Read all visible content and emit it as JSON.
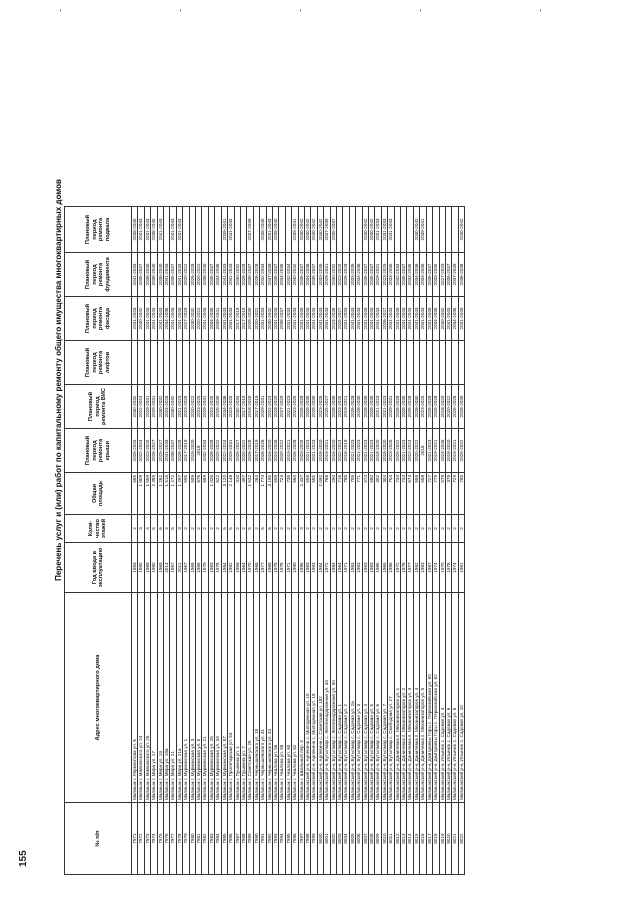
{
  "page_number": "155",
  "title": "Перечень услуг и (или) работ по капитальному ремонту общего имущества многоквартирных домов",
  "headers": [
    "№ п/п",
    "Адрес многоквартирного дома",
    "Год ввода в эксплуатацию",
    "Коли-чество этажей",
    "Общая площадь",
    "Плановый период ремонта крыши",
    "Плановый период ремонта ВИС",
    "Плановый период ремонта лифтов",
    "Плановый период ремонта фасада",
    "Плановый период ремонта фундамента",
    "Плановый период ремонта подвала"
  ],
  "rows": [
    [
      "7971",
      "Малмыж г. Лермонтова ул. 6",
      "1983",
      "2",
      "565",
      "2025-2025",
      "2030-2032",
      "",
      "2041-2043",
      "2041-2043",
      "2038-2040"
    ],
    [
      "7972",
      "Малмыж г. Маяковского ул. 24",
      "1980",
      "3",
      "1 809",
      "2022-2024",
      "2022-2024",
      "",
      "2040-2042",
      "2035-2037",
      "2041-2043"
    ],
    [
      "7973",
      "Малмыж г. Маяковского ул. 26",
      "1968",
      "4",
      "1 559",
      "2023-2025",
      "2029-2031",
      "",
      "2041-2043",
      "2038-2040",
      "2041-2043"
    ],
    [
      "7974",
      "Малмыж г. Мира ул. 17",
      "1980",
      "5",
      "2 389",
      "2026-2027",
      "2029-2031",
      "",
      "2041-2043",
      "2038-2040",
      "2038-2040"
    ],
    [
      "7975",
      "Малмыж г. Мира ул. 19",
      "1968",
      "6",
      "1 262",
      "2025-2027",
      "2030-2032",
      "",
      "2041-2043",
      "2038-2040",
      "2041-2043"
    ],
    [
      "7976",
      "Малмыж г. Мира ул. 19а",
      "2014",
      "2",
      "1 515",
      "2041-2043",
      "2024-2026",
      "",
      "2034-2036",
      "2041-2043",
      ""
    ],
    [
      "7977",
      "Малмыж г. Мира ул. 21",
      "1967",
      "5",
      "1 272",
      "2038-2037",
      "2030-2032",
      "",
      "2041-2043",
      "2035-2037",
      "2041-2043"
    ],
    [
      "7978",
      "Малмыж г. Мира ул. 21а",
      "2011",
      "3",
      "1 297",
      "2026-2028",
      "2021-2023",
      "",
      "2041-2043",
      "2041-2043",
      "2041-2043"
    ],
    [
      "7979",
      "Малмыж г. Мурманская ул. 1",
      "1967",
      "2",
      "595",
      "2017-2019",
      "2023-2025",
      "",
      "2027-2029",
      "2020-2022",
      ""
    ],
    [
      "7980",
      "Малмыж г. Мурманская ул. 3",
      "1968",
      "2",
      "509",
      "2018-2020",
      "2020-2022",
      "",
      "2030-2032",
      "2026-2028",
      ""
    ],
    [
      "7981",
      "Малмыж г. Мурманская ул. 5",
      "1966",
      "2",
      "676",
      "2018",
      "2023-2025",
      "",
      "2020-2022",
      "2020-2022",
      ""
    ],
    [
      "7982",
      "Малмыж г. Мурманская ул. 21",
      "1979",
      "2",
      "689",
      "2032-2034",
      "2029-2031",
      "",
      "2041-2043",
      "2038-2040",
      ""
    ],
    [
      "7983",
      "Малмыж г. Мурманская ул. 25",
      "1983",
      "2",
      "1 026",
      "2026-2028",
      "2023-2025",
      "",
      "2034-2036",
      "2035-2037",
      ""
    ],
    [
      "7984",
      "Малмыж г. Мурманская ул. 34",
      "1978",
      "2",
      "622",
      "2020-2022",
      "2028-2030",
      "",
      "2039-2041",
      "2034-2036",
      ""
    ],
    [
      "7985",
      "Малмыж г. Мурманская ул. 87",
      "1984",
      "5",
      "3 120",
      "2022-2024",
      "2034-2036",
      "",
      "2041-2043",
      "2041-2043",
      "2039-2041"
    ],
    [
      "7986",
      "Малмыж г. Пролетарская ул. 53",
      "1982",
      "5",
      "2 148",
      "2029-2031",
      "2023-2025",
      "",
      "2041-2043",
      "2041-2043",
      "2041-2043"
    ],
    [
      "7987",
      "Малмыж г. Пушкина ул. 1",
      "1958",
      "2",
      "410",
      "2025-2027",
      "2032-2034",
      "",
      "2017-2019",
      "2030-2032",
      ""
    ],
    [
      "7988",
      "Малмыж г. Пушкина ул. 7",
      "1964",
      "2",
      "497",
      "2020-2022",
      "2017-2019",
      "",
      "2017-2019",
      "2026-2028",
      ""
    ],
    [
      "7989",
      "Малмыж г. Советская ул. 28",
      "1970",
      "5",
      "1 532",
      "2026-2028",
      "2018-2020",
      "",
      "2028-2030",
      "2035-2037",
      "2037-2039"
    ],
    [
      "7990",
      "Малмыж г. Чернышевского ул. 18",
      "1968",
      "2",
      "264",
      "2017-2019",
      "2017-2019",
      "",
      "2020-2022",
      "2026-2028",
      ""
    ],
    [
      "7991",
      "Малмыж г. Чернышевского ул. 41",
      "1977",
      "5",
      "1 774",
      "2026-2028",
      "2029-2031",
      "",
      "2031-2033",
      "2032-2034",
      "2038-2040"
    ],
    [
      "7992",
      "Малмыж г. Чернышевского ул. 43",
      "1968",
      "5",
      "3 195",
      "2018-2020",
      "2022-2024",
      "",
      "2040-2042",
      "2037-2039",
      "2041-2043"
    ],
    [
      "7993",
      "Малмыж г. Чкалова ул. 56",
      "1975",
      "2",
      "509",
      "2024-2026",
      "2018-2020",
      "",
      "2041-2043",
      "2035-2037",
      "2038-2040"
    ],
    [
      "7994",
      "Малмыж г. Чкалова ул. 58",
      "1978",
      "2",
      "724",
      "2020-2022",
      "2027-2029",
      "",
      "2038-2037",
      "2034-2036",
      ""
    ],
    [
      "7995",
      "Малмыж г. Чкалова ул. 60",
      "1971",
      "2",
      "735",
      "2019-2021",
      "2021-2023",
      "",
      "2031-2033",
      "2032-2034",
      ""
    ],
    [
      "7996",
      "Малмыж г. Чкалова ул. 62",
      "1990",
      "2",
      "560",
      "2026-2028",
      "2023-2025",
      "",
      "2041-2043",
      "2040-2042",
      "2039-2041"
    ],
    [
      "7997",
      "Малмыж г. Школьный пер. 4",
      "1995",
      "3",
      "2 437",
      "2023-2025",
      "2026-2028",
      "",
      "2041-2043",
      "2035-2037",
      "2040-2042"
    ],
    [
      "7998",
      "Малмыжский р-н, Арлевичи с. Молодежная ул. 15",
      "1983",
      "2",
      "556",
      "2021-2023",
      "2028-2030",
      "",
      "2041-2043",
      "2034-2036",
      "2040-2042"
    ],
    [
      "7999",
      "Малмыжский р-н, Арлевичи с. Молодежная ул. 18",
      "1983",
      "2",
      "585",
      "2021-2023",
      "2028-2030",
      "",
      "2041-2043",
      "2035-2037",
      "2040-2042"
    ],
    [
      "8000",
      "Малмыжский р-н, Арлевичи с. Советская ул. 182",
      "1984",
      "2",
      "2 092",
      "2018-2020",
      "2023-2025",
      "",
      "2041-2043",
      "2033-2035",
      "2040-2042"
    ],
    [
      "8001",
      "Малмыжский р-н, Бутылмар с. Железнодорожная ул. 43",
      "1972",
      "2",
      "768",
      "2019-2021",
      "2025-2027",
      "",
      "2041-2043",
      "2029-2031",
      "2037-2039"
    ],
    [
      "8002",
      "Малмыжский р-н, Бутылмар с. Железнодорожная ул. 50",
      "1984",
      "2",
      "290",
      "2018-2020",
      "2028-2030",
      "",
      "2024-2026",
      "2030-2032",
      "2035-2037"
    ],
    [
      "8003",
      "Малмыжский р-н, Бутылмар с. Садовая ул. 1",
      "1964",
      "2",
      "716",
      "2022-2024",
      "2023-2025",
      "",
      "2025-2027",
      "2023-2025",
      ""
    ],
    [
      "8004",
      "Малмыжский р-н, Бутылмар с. Садовая ул. 2",
      "1971",
      "2",
      "788",
      "2018-2019",
      "2019-2021",
      "",
      "2031-2033",
      "2026-2028",
      ""
    ],
    [
      "8005",
      "Малмыжский р-н, Бутылмар с. Садовая ул. 2а",
      "1983",
      "2",
      "708",
      "2021-2023",
      "2026-2028",
      "",
      "2041-2043",
      "2033-2035",
      ""
    ],
    [
      "8006",
      "Малмыжский р-н, Бутылмар с. Садовая ул. 3",
      "1983",
      "2",
      "771",
      "2021-2023",
      "2028-2030",
      "",
      "2041-2043",
      "2034-2036",
      ""
    ],
    [
      "8007",
      "Малмыжский р-н, Бутылмар с. Садовая ул. 4",
      "1983",
      "2",
      "574",
      "2021-2023",
      "2028-2030",
      "",
      "2041-2043",
      "2035-2037",
      "2040-2042"
    ],
    [
      "8008",
      "Малмыжский р-н, Бутылмар с. Садовая ул. 5",
      "1983",
      "2",
      "580",
      "2021-2023",
      "2028-2030",
      "",
      "2041-2043",
      "2035-2037",
      "2040-2042"
    ],
    [
      "8009",
      "Малмыжский р-н, Бутылмар с. Садовая ул. 6",
      "1985",
      "2",
      "302",
      "2018-2020",
      "2021-2023",
      "",
      "2041-2043",
      "2029-2031",
      "2031-2033"
    ],
    [
      "8010",
      "Малмыжский р-н, Бутылмар с. Садовая ул. 7",
      "1965",
      "2",
      "304",
      "2018-2020",
      "2021-2023",
      "",
      "2026-2027",
      "2023-2025",
      "2031-2033"
    ],
    [
      "8011",
      "Малмыжский р-н, Бутылмар с. Свободная ул. 27",
      "1986",
      "2",
      "704",
      "2023-2025",
      "2029-2031",
      "",
      "2041-2043",
      "2033-2035",
      "2041-2043"
    ],
    [
      "8012",
      "Малмыжский р-н, Данилевка п. Механизаторов ул. 1",
      "1972",
      "2",
      "734",
      "2020-2022",
      "2026-2028",
      "",
      "2041-2043",
      "2032-2034",
      ""
    ],
    [
      "8013",
      "Малмыжский р-н, Данилевка п. Механизаторов ул. 2",
      "1976",
      "2",
      "734",
      "2021-2023",
      "2028-2030",
      "",
      "2041-2043",
      "2035-2037",
      ""
    ],
    [
      "8014",
      "Малмыжский р-н, Данилевка п. Механизаторов ул. 3",
      "1977",
      "2",
      "674",
      "2022-2024",
      "2026-2028",
      "",
      "2041-2043",
      "2033-2035",
      ""
    ],
    [
      "8015",
      "Малмыжский р-н, Данилевка п. Механизаторов ул. 4",
      "1982",
      "2",
      "558",
      "2020-2022",
      "2028-2030",
      "",
      "2041-2043",
      "2034-2036",
      "2040-2042"
    ],
    [
      "8016",
      "Малмыжский р-н, Данилевка п. Механизаторов ул. 5",
      "1983",
      "2",
      "558",
      "2018",
      "2023-2025",
      "",
      "2041-2043",
      "2033-2035",
      "2039-2041"
    ],
    [
      "8017",
      "Малмыжский р-н, Дмитриевы Горы с. Первомайская ул. 60",
      "1987",
      "2",
      "727",
      "2021-2023",
      "2026-2028",
      "",
      "2041-2043",
      "2035-2037",
      ""
    ],
    [
      "8018",
      "Малмыжский р-н, Дмитриевы Горы с. Первомайская ул. 62",
      "1974",
      "2",
      "779",
      "2019-2021",
      "2026-2028",
      "",
      "2034-2036",
      "2033-2035",
      ""
    ],
    [
      "8019",
      "Малмыжский р-н, Ильинск с. Садовая ул. 4",
      "1970",
      "2",
      "578",
      "2024-2026",
      "2018-2020",
      "",
      "2030-2032",
      "2027-2029",
      ""
    ],
    [
      "8020",
      "Малмыжский р-н, Ильинск с. Садовая ул. 6",
      "1978",
      "2",
      "378",
      "2018-2020",
      "2020-2022",
      "",
      "2041-2043",
      "2035-2037",
      ""
    ],
    [
      "8021",
      "Малмыжский р-н, Ильинск с. Садовая ул. 8",
      "1974",
      "2",
      "729",
      "2019-2021",
      "2026-2028",
      "",
      "2034-2036",
      "2037-2039",
      ""
    ],
    [
      "8022",
      "Малмыжский р-н, Ильинск с. Садовая ул. 10",
      "1981",
      "2",
      "785",
      "2020-2022",
      "2028-2030",
      "",
      "2041-2043",
      "2036-2038",
      "2040-2042"
    ]
  ]
}
